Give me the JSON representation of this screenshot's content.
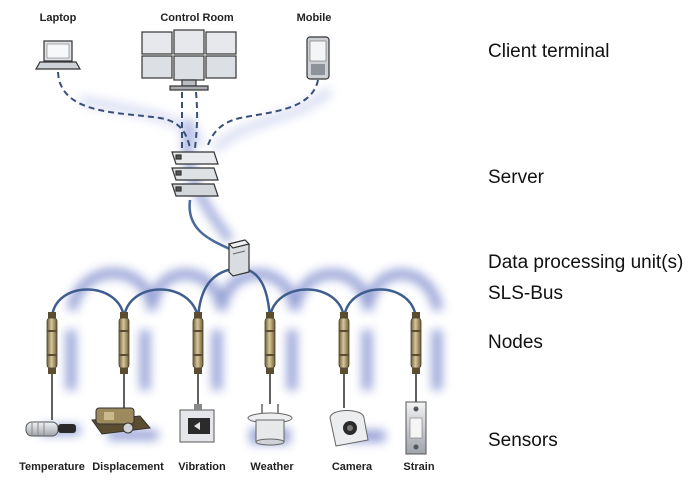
{
  "clients": [
    {
      "label": "Laptop",
      "icon": "laptop-icon"
    },
    {
      "label": "Control Room",
      "icon": "video-wall-icon"
    },
    {
      "label": "Mobile",
      "icon": "mobile-phone-icon"
    }
  ],
  "server": {
    "icon": "server-rack-icon"
  },
  "processing_unit": {
    "icon": "tower-computer-icon"
  },
  "node": {
    "icon": "sensor-node-icon"
  },
  "sensors": [
    {
      "label": "Temperature",
      "icon": "temperature-probe-icon"
    },
    {
      "label": "Displacement",
      "icon": "displacement-sensor-icon"
    },
    {
      "label": "Vibration",
      "icon": "vibration-sensor-icon"
    },
    {
      "label": "Weather",
      "icon": "weather-station-icon"
    },
    {
      "label": "Camera",
      "icon": "camera-icon"
    },
    {
      "label": "Strain",
      "icon": "strain-gauge-icon"
    }
  ],
  "layers": {
    "client": "Client terminal",
    "server": "Server",
    "processing": "Data processing unit(s)",
    "bus": "SLS-Bus",
    "nodes": "Nodes",
    "sensors": "Sensors"
  },
  "colors": {
    "bus_line": "#3f5e8e",
    "dashed_line": "#3a4f78",
    "shadow": "#3f55b5",
    "node_body": "#9c8a5e",
    "device_gray": "#c9ccd1"
  }
}
